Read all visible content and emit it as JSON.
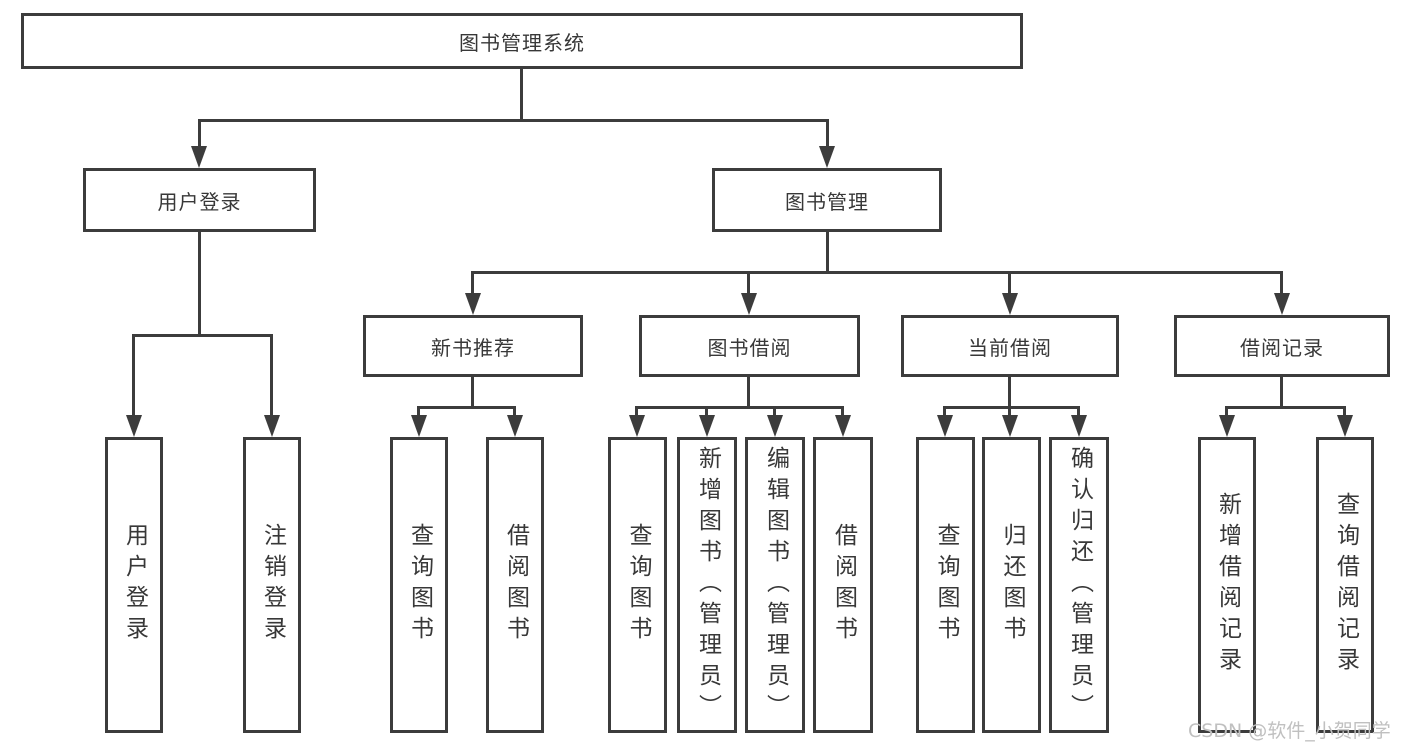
{
  "tree": {
    "root": {
      "label": "图书管理系统"
    },
    "branches": [
      {
        "label": "用户登录",
        "children": [
          {
            "label": "用户登录"
          },
          {
            "label": "注销登录"
          }
        ]
      },
      {
        "label": "图书管理",
        "children": [
          {
            "label": "新书推荐",
            "children": [
              {
                "label": "查询图书"
              },
              {
                "label": "借阅图书"
              }
            ]
          },
          {
            "label": "图书借阅",
            "children": [
              {
                "label": "查询图书"
              },
              {
                "label": "新增图书（管理员）"
              },
              {
                "label": "编辑图书（管理员）"
              },
              {
                "label": "借阅图书"
              }
            ]
          },
          {
            "label": "当前借阅",
            "children": [
              {
                "label": "查询图书"
              },
              {
                "label": "归还图书"
              },
              {
                "label": "确认归还（管理员）"
              }
            ]
          },
          {
            "label": "借阅记录",
            "children": [
              {
                "label": "新增借阅记录"
              },
              {
                "label": "查询借阅记录"
              }
            ]
          }
        ]
      }
    ]
  },
  "watermark": {
    "text": "CSDN @软件_小贺同学"
  },
  "colors": {
    "line": "#3c3c3c",
    "text": "#383838",
    "background": "#ffffff",
    "watermark": "#c0c0c0"
  }
}
